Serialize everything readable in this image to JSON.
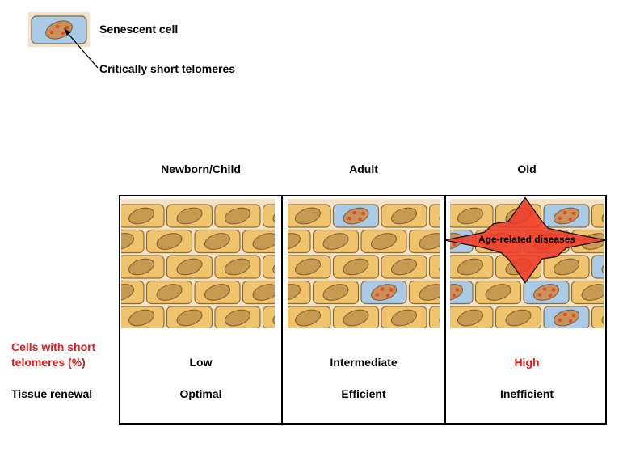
{
  "legend": {
    "senescent_label": "Senescent cell",
    "telomere_label": "Critically short telomeres"
  },
  "columns": [
    {
      "title": "Newborn/Child",
      "cells_with_short_telomeres": "Low",
      "tissue_renewal": "Optimal"
    },
    {
      "title": "Adult",
      "cells_with_short_telomeres": "Intermediate",
      "tissue_renewal": "Efficient"
    },
    {
      "title": "Old",
      "cells_with_short_telomeres": "High",
      "tissue_renewal": "Inefficient"
    }
  ],
  "row_labels": {
    "short_telomeres_line1": "Cells with short",
    "short_telomeres_line2": "telomeres (%)",
    "tissue_renewal": "Tissue renewal"
  },
  "burst_label": "Age-related diseases",
  "colors": {
    "normal_cell": "#f0c46c",
    "senescent_cell": "#a9cbe8",
    "nucleus": "#c79a52",
    "senescent_nucleus": "#c9925a",
    "telomere_dot": "#e24a2a",
    "tissue_background": "#f3e2c7",
    "burst": "#ee3b2a",
    "highlight_red": "#e31b1b"
  }
}
